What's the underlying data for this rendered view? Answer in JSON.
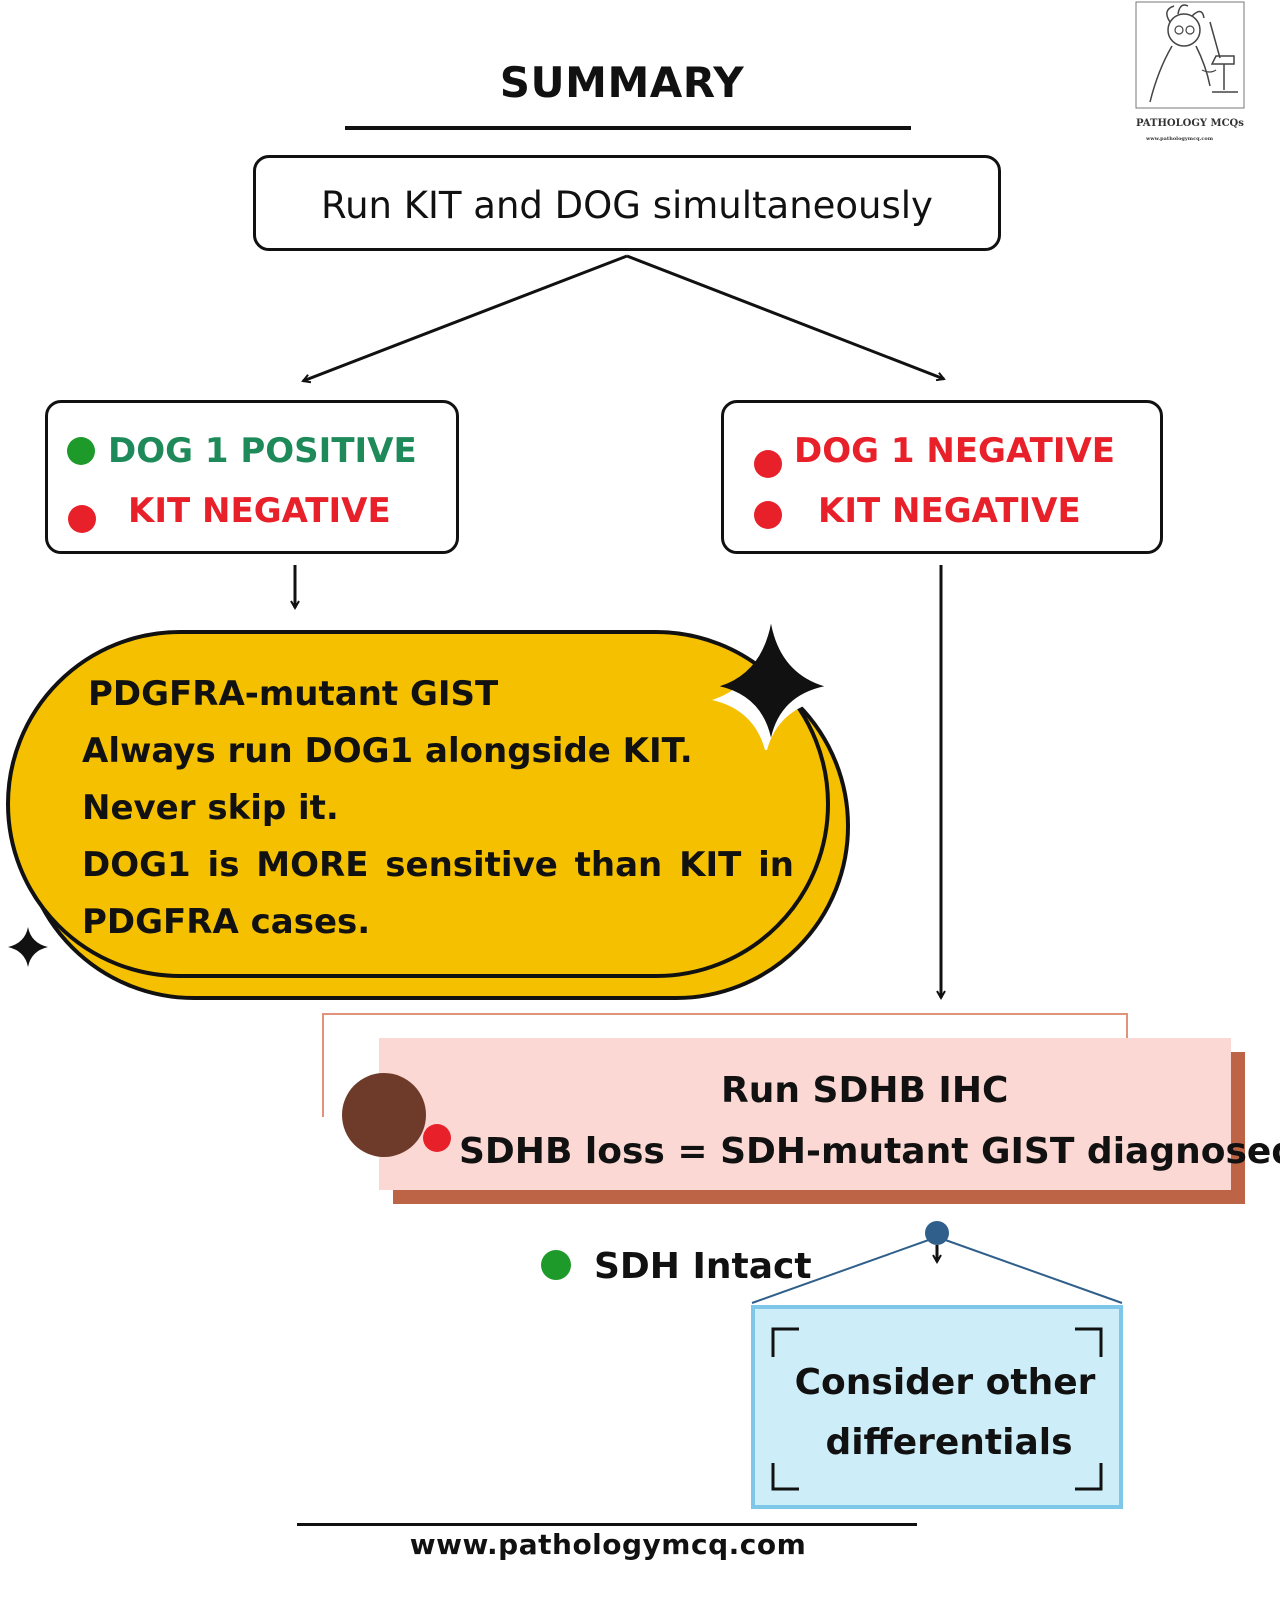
{
  "title": "SUMMARY",
  "start_box": {
    "text": "Run KIT and DOG simultaneously"
  },
  "left_branch": {
    "line1": "DOG 1 POSITIVE",
    "line2": "KIT NEGATIVE"
  },
  "right_branch": {
    "line1": "DOG 1 NEGATIVE",
    "line2": "KIT NEGATIVE"
  },
  "pdgfra_box": {
    "heading": "PDGFRA-mutant GIST",
    "line1": "Always run DOG1 alongside KIT.",
    "line2": "Never skip it.",
    "line3": "DOG1 is MORE sensitive than KIT in",
    "line4": "PDGFRA cases."
  },
  "sdhb_box": {
    "line1": "Run SDHB IHC",
    "line2": "SDHB loss = SDH-mutant GIST diagnosed."
  },
  "sdh_intact": {
    "label": "SDH Intact"
  },
  "differentials_box": {
    "line1": "Consider other",
    "line2": "differentials"
  },
  "footer": {
    "url": "www.pathologymcq.com"
  },
  "logo": {
    "caption": "PATHOLOGY MCQs",
    "url": "www.pathologymcq.com"
  },
  "colors": {
    "positive_green": "#1e8a5a",
    "negative_red": "#e8202a",
    "pill_yellow": "#f4c000",
    "sdhb_pink": "#fbd8d3",
    "sdhb_shadow": "#bd6446",
    "differentials_blue": "#cdeef9",
    "connector_blue": "#2f5f8a"
  }
}
